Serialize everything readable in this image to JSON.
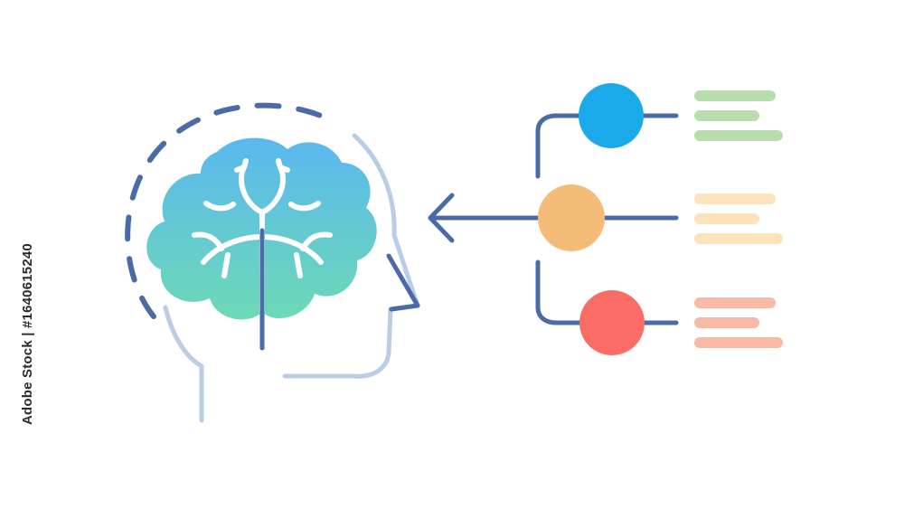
{
  "watermark": {
    "side_text": "Adobe Stock | #1640615240"
  },
  "colors": {
    "outline_dark": "#4a6aa8",
    "outline_light": "#b9cde6",
    "brain_top": "#5ab8ef",
    "brain_bottom": "#6dd9b6",
    "node_blue": "#1aaaea",
    "node_orange": "#f4bc78",
    "node_red": "#fb6c66",
    "bars_green": "#b8deb0",
    "bars_yellow": "#fde3bd",
    "bars_red": "#f9b9a7"
  },
  "icons": {
    "head": "head-profile-icon",
    "brain": "brain-icon",
    "arrow": "arrow-left-icon"
  },
  "nodes": [
    {
      "name": "blue",
      "color": "#1aaaea",
      "text_color": "#b8deb0"
    },
    {
      "name": "orange",
      "color": "#f4bc78",
      "text_color": "#fde3bd"
    },
    {
      "name": "red",
      "color": "#fb6c66",
      "text_color": "#f9b9a7"
    }
  ]
}
